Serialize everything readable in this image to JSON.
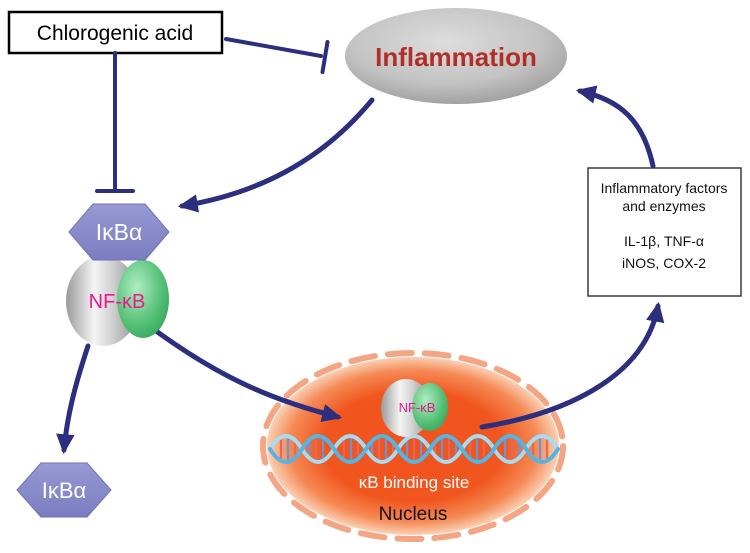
{
  "figure": {
    "chlorogenic_acid": "Chlorogenic acid",
    "inflammation": "Inflammation",
    "ikba_top": "IκBα",
    "nfkb": "NF-κB",
    "ikba_released": "IκBα",
    "nucleus_nfkb": "NF-κB",
    "binding_site": "κB binding site",
    "nucleus": "Nucleus",
    "factors_box": {
      "line1": "Inflammatory factors",
      "line2": "and enzymes",
      "line3": "IL-1β, TNF-α",
      "line4": "iNOS, COX-2"
    }
  },
  "colors": {
    "arrow": "#2c2e7e",
    "inflammation_text": "#b03028",
    "nfkb_text": "#ea1a8c",
    "hexagon_top": "#989ad4",
    "hexagon_bottom": "#7a7cc0",
    "nucleus_core": "#f1521c",
    "nucleus_dash": "#f3a584",
    "dna_light": "#a5dcf2",
    "dna_dark": "#55b4e2",
    "tick_red": "#e06a5a",
    "tick_blue": "#6a93dc"
  }
}
